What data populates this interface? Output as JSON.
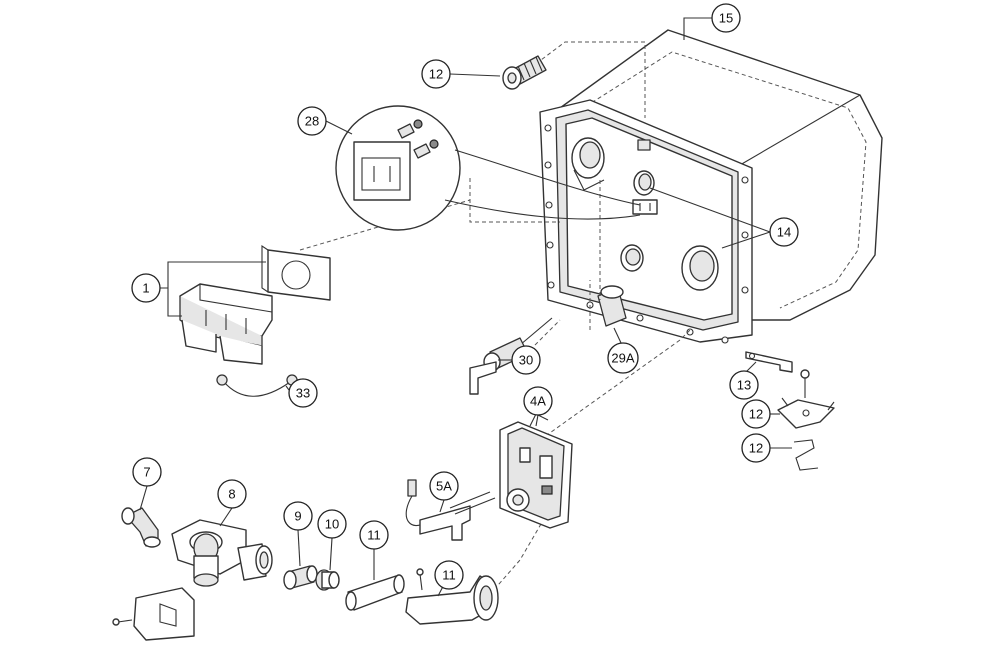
{
  "callouts": [
    {
      "id": "c15",
      "label": "15"
    },
    {
      "id": "c12a",
      "label": "12"
    },
    {
      "id": "c28",
      "label": "28"
    },
    {
      "id": "c14",
      "label": "14"
    },
    {
      "id": "c1",
      "label": "1"
    },
    {
      "id": "c30",
      "label": "30"
    },
    {
      "id": "c29A",
      "label": "29A"
    },
    {
      "id": "c33",
      "label": "33"
    },
    {
      "id": "c13",
      "label": "13"
    },
    {
      "id": "c4A",
      "label": "4A"
    },
    {
      "id": "c12b",
      "label": "12"
    },
    {
      "id": "c12c",
      "label": "12"
    },
    {
      "id": "c7",
      "label": "7"
    },
    {
      "id": "c8",
      "label": "8"
    },
    {
      "id": "c5A",
      "label": "5A"
    },
    {
      "id": "c9",
      "label": "9"
    },
    {
      "id": "c10",
      "label": "10"
    },
    {
      "id": "c11a",
      "label": "11"
    },
    {
      "id": "c11b",
      "label": "11"
    }
  ]
}
